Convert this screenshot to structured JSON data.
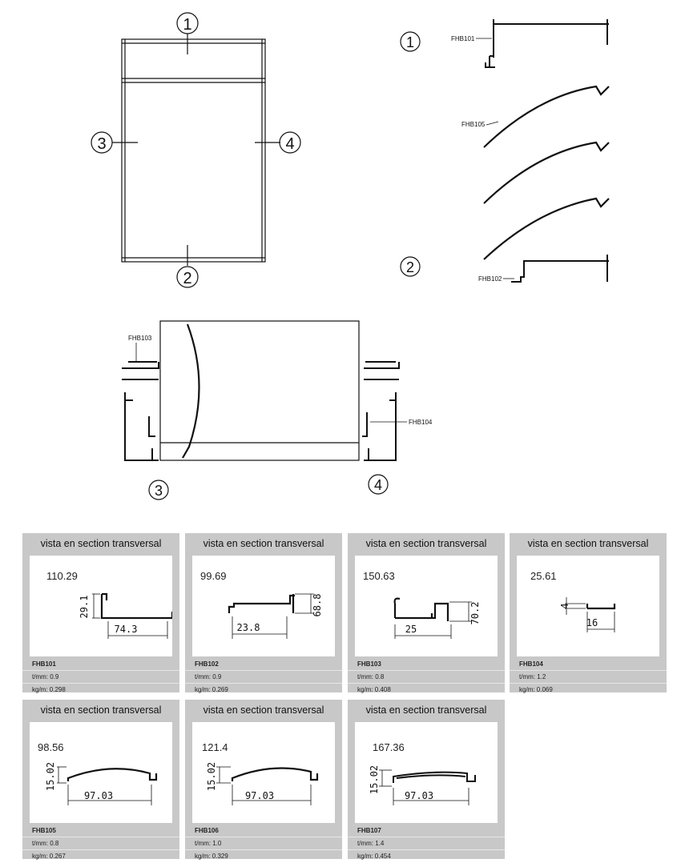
{
  "top_diagram": {
    "callouts": [
      "1",
      "2",
      "3",
      "4"
    ],
    "labels": {
      "fhb101": "FHB101",
      "fhb105": "FHB105",
      "fhb102": "FHB102",
      "fhb103": "FHB103",
      "fhb104": "FHB104"
    }
  },
  "cards": [
    {
      "header": "vista en section transversal",
      "weight": "110.29",
      "dims": [
        "29.1",
        "74.3"
      ],
      "code": "FHB101",
      "t": "t/mm: 0.9",
      "kg": "kg/m: 0.298"
    },
    {
      "header": "vista en section transversal",
      "weight": "99.69",
      "dims": [
        "68.8",
        "23.8"
      ],
      "code": "FHB102",
      "t": "t/mm: 0.9",
      "kg": "kg/m: 0.269"
    },
    {
      "header": "vista en section transversal",
      "weight": "150.63",
      "dims": [
        "70.2",
        "25"
      ],
      "code": "FHB103",
      "t": "t/mm: 0.8",
      "kg": "kg/m: 0.408"
    },
    {
      "header": "vista en section transversal",
      "weight": "25.61",
      "dims": [
        "4",
        "16"
      ],
      "code": "FHB104",
      "t": "t/mm: 1.2",
      "kg": "kg/m: 0.069"
    },
    {
      "header": "vista en section transversal",
      "weight": "98.56",
      "dims": [
        "15.02",
        "97.03"
      ],
      "code": "FHB105",
      "t": "t/mm: 0.8",
      "kg": "kg/m: 0.267"
    },
    {
      "header": "vista en section transversal",
      "weight": "121.4",
      "dims": [
        "15.02",
        "97.03"
      ],
      "code": "FHB106",
      "t": "t/mm: 1.0",
      "kg": "kg/m: 0.329"
    },
    {
      "header": "vista en section transversal",
      "weight": "167.36",
      "dims": [
        "15.02",
        "97.03"
      ],
      "code": "FHB107",
      "t": "t/mm: 1.4",
      "kg": "kg/m: 0.454"
    }
  ]
}
